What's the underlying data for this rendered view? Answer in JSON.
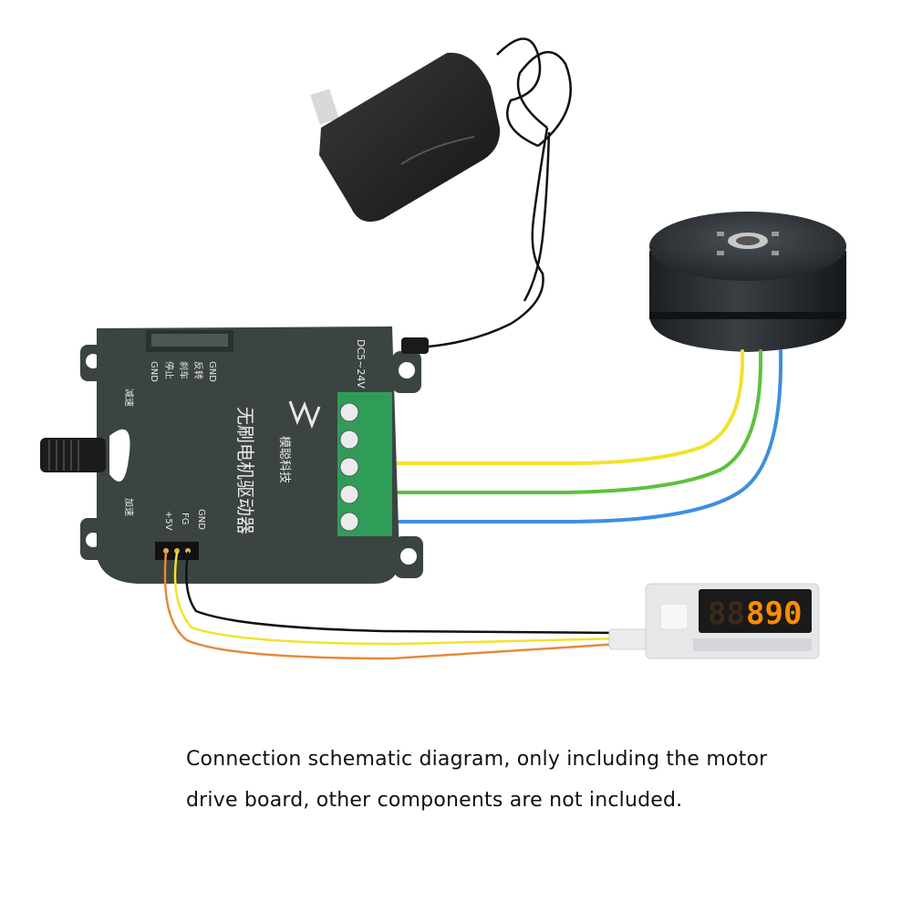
{
  "caption": {
    "line1": "Connection schematic diagram, only including the motor",
    "line2": "drive board, other components are not included."
  },
  "driver": {
    "title": "无刷电机驱动器",
    "brand": "模聪科技",
    "power_label": "DC5~24V",
    "labels_top": [
      "GND",
      "反转",
      "刹车",
      "停止",
      "GND"
    ],
    "label_slow": "减速",
    "label_fast": "加速",
    "labels_bottom": [
      "GND",
      "FG",
      "+5V"
    ]
  },
  "display": {
    "reading": "890"
  },
  "colors": {
    "board": "#3b4440",
    "terminal": "#2f9d58",
    "wire_yellow": "#f2e22a",
    "wire_green": "#5cc23a",
    "wire_blue": "#3f8ee0",
    "wire_orange": "#e38a3c",
    "wire_black": "#111111",
    "led": "#ff8c00"
  }
}
